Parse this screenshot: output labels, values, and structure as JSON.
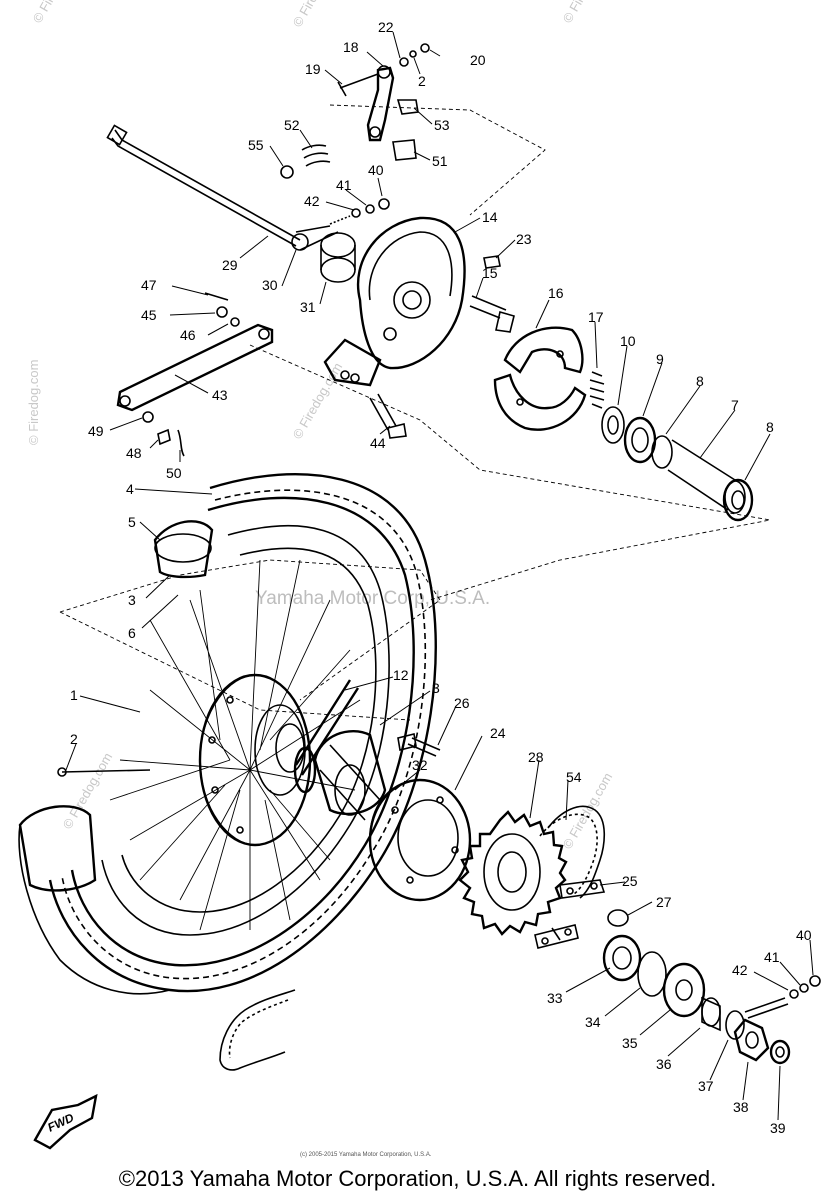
{
  "watermarks": {
    "main": "Yamaha Motor Corp, U.S.A.",
    "side": "© Firedog.com",
    "tiny": "(c) 2005-2015 Yamaha Motor Corporation, U.S.A."
  },
  "fwd_label": "FWD",
  "copyright": "©2013 Yamaha Motor Corporation, U.S.A. All rights reserved.",
  "callouts": [
    "22",
    "20",
    "18",
    "19",
    "2",
    "52",
    "53",
    "55",
    "51",
    "40",
    "41",
    "42",
    "14",
    "23",
    "29",
    "30",
    "31",
    "15",
    "16",
    "47",
    "45",
    "46",
    "17",
    "10",
    "9",
    "8",
    "7",
    "8",
    "43",
    "49",
    "44",
    "48",
    "50",
    "4",
    "5",
    "3",
    "6",
    "12",
    "3",
    "26",
    "24",
    "28",
    "54",
    "1",
    "2",
    "32",
    "25",
    "27",
    "40",
    "41",
    "42",
    "33",
    "34",
    "35",
    "36",
    "37",
    "38",
    "39"
  ]
}
